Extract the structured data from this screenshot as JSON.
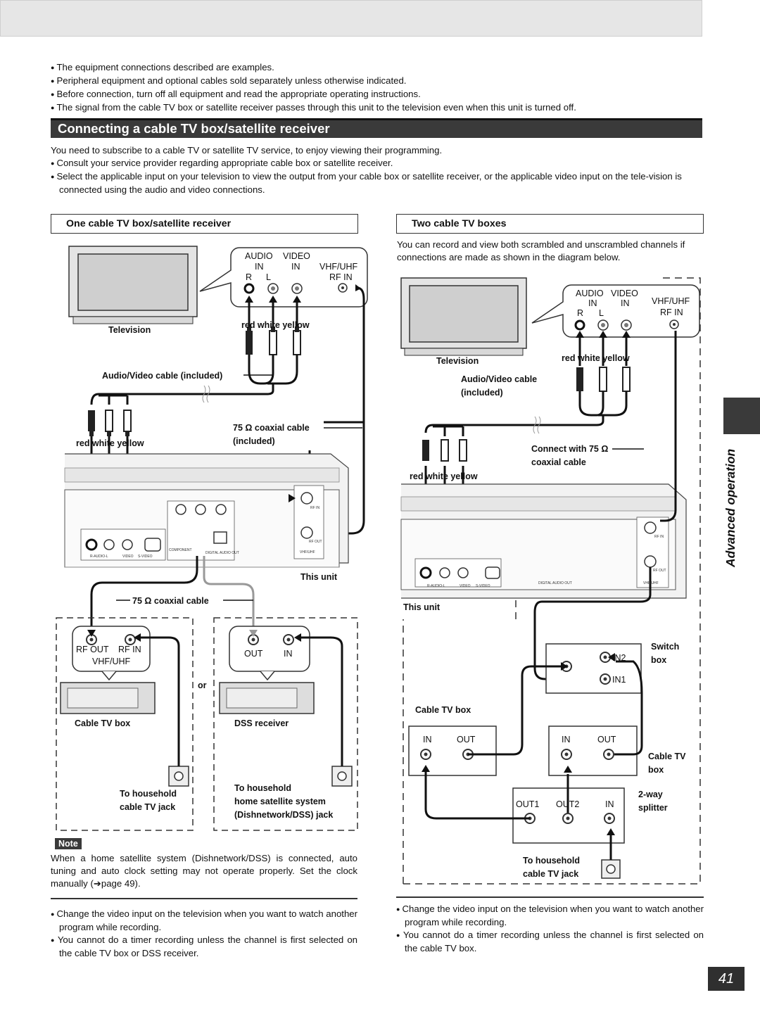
{
  "intro_bullets": [
    "The equipment connections described are examples.",
    "Peripheral equipment and optional cables sold separately unless otherwise indicated.",
    "Before connection, turn off all equipment and read the appropriate operating instructions.",
    "The signal from the cable TV box or satellite receiver passes through this unit to the television even when this unit is turned off."
  ],
  "section_title": "Connecting a cable TV box/satellite receiver",
  "section_intro": "You need to subscribe to a cable TV or satellite TV service, to enjoy viewing their programming.",
  "section_bullets": [
    "Consult your service provider regarding appropriate cable box or satellite receiver.",
    "Select the applicable input on your television to view the output from your cable box or satellite receiver, or the applicable video input on the tele-vision is connected using the audio and video connections."
  ],
  "left": {
    "heading": "One cable TV box/satellite receiver",
    "tv_jacks": {
      "audio": "AUDIO",
      "video": "VIDEO",
      "in1": "IN",
      "in2": "IN",
      "vhf": "VHF/UHF",
      "r": "R",
      "l": "L",
      "rfin": "RF IN"
    },
    "television": "Television",
    "rwy_top": "red white yellow",
    "av_cable": "Audio/Video cable (included)",
    "rwy_bottom": "red white yellow",
    "coax1": "75 Ω coaxial cable",
    "coax1b": "(included)",
    "this_unit": "This unit",
    "coax2": "75 Ω coaxial cable",
    "rf_out": "RF OUT",
    "rf_in": "RF IN",
    "vhfuhf": "VHF/UHF",
    "out": "OUT",
    "in": "IN",
    "or": "or",
    "cable_box": "Cable TV box",
    "dss": "DSS receiver",
    "household1": "To household",
    "household1b": "cable TV jack",
    "household2": "To household",
    "household2b": "home satellite system",
    "household2c": "(Dishnetwork/DSS) jack"
  },
  "note": {
    "badge": "Note",
    "text": "When a home satellite system (Dishnetwork/DSS) is connected, auto tuning and auto clock setting may not operate properly. Set the clock manually (➔page 49)."
  },
  "left_bullets": [
    "Change the video input on the television when you want to watch another program while recording.",
    "You cannot do a timer recording unless the channel is first selected on the cable TV box or DSS receiver."
  ],
  "right": {
    "heading": "Two cable TV boxes",
    "intro": "You can record and view both scrambled and unscrambled channels if connections are made as shown in the diagram below.",
    "tv_jacks": {
      "audio": "AUDIO",
      "video": "VIDEO",
      "in1": "IN",
      "in2": "IN",
      "vhf": "VHF/UHF",
      "r": "R",
      "l": "L",
      "rfin": "RF IN"
    },
    "television": "Television",
    "rwy_top": "red white yellow",
    "av_cable": "Audio/Video cable",
    "av_cable_b": "(included)",
    "connect": "Connect with 75 Ω",
    "connect_b": "coaxial cable",
    "rwy_bottom": "red white yellow",
    "this_unit": "This unit",
    "switch": "Switch",
    "switch_b": "box",
    "in2": "IN2",
    "in1": "IN1",
    "cable_box": "Cable TV box",
    "box1_in": "IN",
    "box1_out": "OUT",
    "box2_in": "IN",
    "box2_out": "OUT",
    "cable_tv": "Cable TV",
    "cable_tv_b": "box",
    "splitter": "2-way",
    "splitter_b": "splitter",
    "out1": "OUT1",
    "out2": "OUT2",
    "split_in": "IN",
    "household": "To household",
    "household_b": "cable TV jack"
  },
  "right_bullets": [
    "Change the video input on the television when you want to watch another program while recording.",
    "You cannot do a timer recording unless the channel is first selected on the cable TV box."
  ],
  "unit_panel": {
    "rfin": "RF IN",
    "rfout": "RF OUT",
    "vhfuhf": "VHF/UHF",
    "audio": "R-AUDIO-L",
    "video": "VIDEO",
    "svideo": "S-VIDEO",
    "component": "COMPONENT",
    "dig": "DIGITAL AUDIO OUT"
  },
  "side_label": "Advanced operation",
  "page_number": "41"
}
